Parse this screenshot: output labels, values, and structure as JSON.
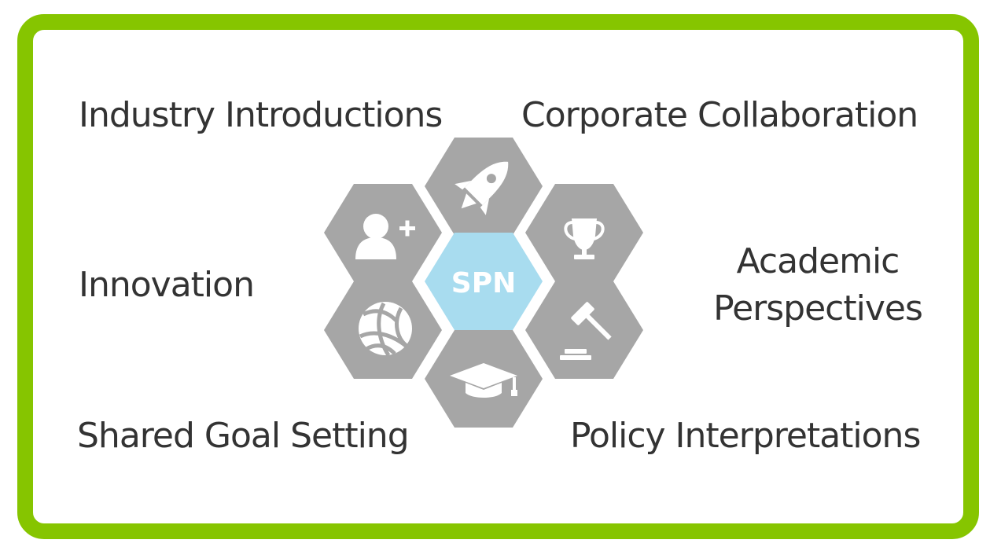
{
  "center": {
    "label": "SPN",
    "fill": "#a8dcef",
    "text_color": "#ffffff"
  },
  "frame_color": "#86c500",
  "hex_fill": "#a6a6a6",
  "icon_color": "#ffffff",
  "labels": {
    "top_left": "Industry Introductions",
    "top_right": "Corporate Collaboration",
    "middle_left": "Innovation",
    "middle_right_line1": "Academic",
    "middle_right_line2": "Perspectives",
    "bottom_left": "Shared Goal Setting",
    "bottom_right": "Policy Interpretations"
  },
  "hexagons": [
    {
      "name": "rocket",
      "icon": "rocket-icon"
    },
    {
      "name": "add-user",
      "icon": "add-user-icon"
    },
    {
      "name": "trophy",
      "icon": "trophy-icon"
    },
    {
      "name": "globe",
      "icon": "globe-icon"
    },
    {
      "name": "gavel",
      "icon": "gavel-icon"
    },
    {
      "name": "graduation",
      "icon": "graduation-cap-icon"
    }
  ]
}
